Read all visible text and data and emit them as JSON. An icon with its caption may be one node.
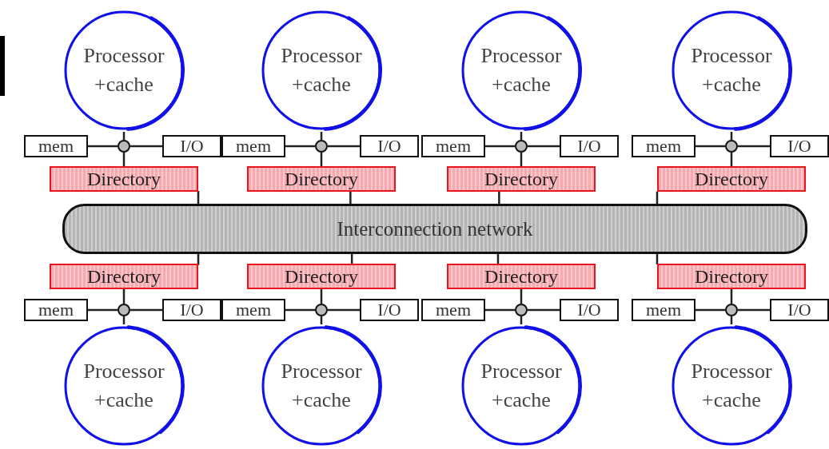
{
  "diagram": {
    "nodes": [
      {
        "text": [
          "Processor +cache"
        ]
      },
      {
        "text": [
          "mem"
        ]
      },
      {
        "text": [],
        "shape": "circle"
      },
      {
        "text": [
          "I/O"
        ]
      },
      {
        "text": [
          "Directory"
        ]
      },
      {
        "text": [
          "Processor +cache"
        ]
      },
      {
        "text": [
          "mem"
        ]
      },
      {
        "text": [],
        "shape": "circle"
      },
      {
        "text": [
          "I/O"
        ]
      },
      {
        "text": [
          "Directory"
        ]
      },
      {
        "text": [
          "Processor +cache"
        ]
      },
      {
        "text": [
          "mem"
        ]
      },
      {
        "text": [],
        "shape": "circle"
      },
      {
        "text": [
          "I/O"
        ]
      },
      {
        "text": [
          "Directory"
        ]
      },
      {
        "text": [
          "Processor +cache"
        ]
      },
      {
        "text": [
          "mem"
        ]
      },
      {
        "text": [],
        "shape": "circle"
      },
      {
        "text": [
          "I/O"
        ]
      },
      {
        "text": [
          "Directory"
        ]
      },
      {
        "text": [
          "Interconnection network"
        ]
      },
      {
        "text": [
          "Directory"
        ]
      },
      {
        "text": [
          "mem"
        ]
      },
      {
        "text": [],
        "shape": "circle"
      },
      {
        "text": [
          "I/O"
        ]
      },
      {
        "text": [
          "Processor +cache"
        ]
      },
      {
        "text": [
          "Directory"
        ]
      },
      {
        "text": [
          "mem"
        ]
      },
      {
        "text": [],
        "shape": "circle"
      },
      {
        "text": [
          "I/O"
        ]
      },
      {
        "text": [
          "Processor +cache"
        ]
      },
      {
        "text": [
          "Directory"
        ]
      },
      {
        "text": [
          "mem"
        ]
      },
      {
        "text": [],
        "shape": "circle"
      },
      {
        "text": [
          "I/O"
        ]
      },
      {
        "text": [
          "Processor +cache"
        ]
      },
      {
        "text": [
          "Directory"
        ]
      },
      {
        "text": [
          "mem"
        ]
      },
      {
        "text": [],
        "shape": "circle"
      },
      {
        "text": [
          "I/O"
        ]
      },
      {
        "text": [
          "Processor +cache"
        ]
      }
    ],
    "edges": [
      {
        "from": 0,
        "to": 2,
        "arrow": "none"
      },
      {
        "from": 1,
        "to": 2,
        "arrow": "none"
      },
      {
        "from": 2,
        "to": 3,
        "arrow": "none"
      },
      {
        "from": 2,
        "to": 4,
        "arrow": "none"
      },
      {
        "from": 4,
        "to": 20,
        "arrow": "none"
      },
      {
        "from": 5,
        "to": 7,
        "arrow": "none"
      },
      {
        "from": 6,
        "to": 7,
        "arrow": "none"
      },
      {
        "from": 7,
        "to": 8,
        "arrow": "none"
      },
      {
        "from": 7,
        "to": 9,
        "arrow": "none"
      },
      {
        "from": 9,
        "to": 20,
        "arrow": "none"
      },
      {
        "from": 10,
        "to": 12,
        "arrow": "none"
      },
      {
        "from": 11,
        "to": 12,
        "arrow": "none"
      },
      {
        "from": 12,
        "to": 13,
        "arrow": "none"
      },
      {
        "from": 12,
        "to": 14,
        "arrow": "none"
      },
      {
        "from": 14,
        "to": 20,
        "arrow": "none"
      },
      {
        "from": 15,
        "to": 17,
        "arrow": "none"
      },
      {
        "from": 16,
        "to": 17,
        "arrow": "none"
      },
      {
        "from": 17,
        "to": 18,
        "arrow": "none"
      },
      {
        "from": 17,
        "to": 19,
        "arrow": "none"
      },
      {
        "from": 19,
        "to": 20,
        "arrow": "none"
      },
      {
        "from": 20,
        "to": 21,
        "arrow": "none"
      },
      {
        "from": 21,
        "to": 23,
        "arrow": "none"
      },
      {
        "from": 22,
        "to": 23,
        "arrow": "none"
      },
      {
        "from": 23,
        "to": 24,
        "arrow": "none"
      },
      {
        "from": 23,
        "to": 25,
        "arrow": "none"
      },
      {
        "from": 20,
        "to": 26,
        "arrow": "none"
      },
      {
        "from": 26,
        "to": 28,
        "arrow": "none"
      },
      {
        "from": 27,
        "to": 28,
        "arrow": "none"
      },
      {
        "from": 28,
        "to": 29,
        "arrow": "none"
      },
      {
        "from": 28,
        "to": 30,
        "arrow": "none"
      },
      {
        "from": 20,
        "to": 31,
        "arrow": "none"
      },
      {
        "from": 31,
        "to": 33,
        "arrow": "none"
      },
      {
        "from": 32,
        "to": 33,
        "arrow": "none"
      },
      {
        "from": 33,
        "to": 34,
        "arrow": "none"
      },
      {
        "from": 33,
        "to": 35,
        "arrow": "none"
      },
      {
        "from": 20,
        "to": 36,
        "arrow": "none"
      },
      {
        "from": 36,
        "to": 38,
        "arrow": "none"
      },
      {
        "from": 37,
        "to": 38,
        "arrow": "none"
      },
      {
        "from": 38,
        "to": 39,
        "arrow": "none"
      },
      {
        "from": 38,
        "to": 40,
        "arrow": "none"
      }
    ]
  }
}
